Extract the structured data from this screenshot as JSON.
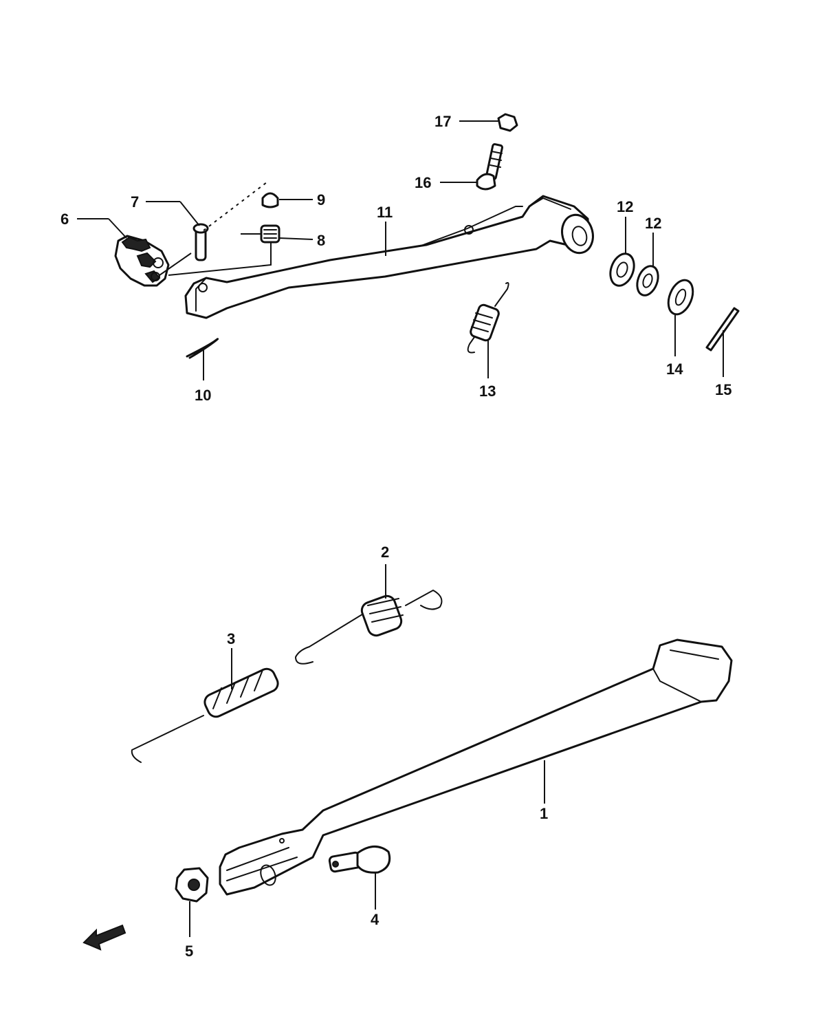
{
  "diagram": {
    "callouts": [
      "1",
      "2",
      "3",
      "4",
      "5",
      "6",
      "7",
      "8",
      "9",
      "10",
      "11",
      "12",
      "12",
      "13",
      "14",
      "15",
      "16",
      "17"
    ]
  },
  "colors": {
    "ink": "#111111",
    "paper": "#ffffff"
  },
  "icons": {
    "direction_arrow": "forward-arrow-icon"
  }
}
